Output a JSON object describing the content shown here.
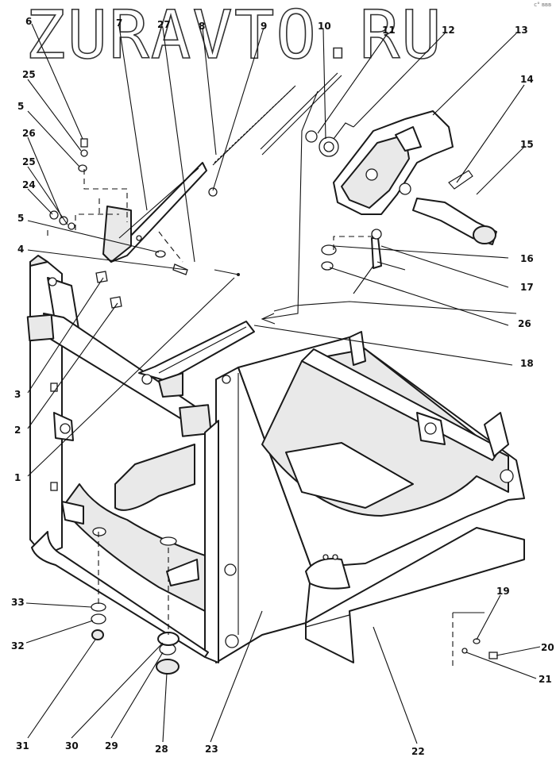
{
  "watermark": "ZURAVTO.RU",
  "corner_mark": "c° ʙʙʙ",
  "callouts": [
    {
      "label": "1"
    },
    {
      "label": "2"
    },
    {
      "label": "3"
    },
    {
      "label": "4"
    },
    {
      "label": "5"
    },
    {
      "label": "5"
    },
    {
      "label": "6"
    },
    {
      "label": "7"
    },
    {
      "label": "8"
    },
    {
      "label": "9"
    },
    {
      "label": "10"
    },
    {
      "label": "11"
    },
    {
      "label": "12"
    },
    {
      "label": "13"
    },
    {
      "label": "14"
    },
    {
      "label": "15"
    },
    {
      "label": "16"
    },
    {
      "label": "17"
    },
    {
      "label": "18"
    },
    {
      "label": "19"
    },
    {
      "label": "20"
    },
    {
      "label": "21"
    },
    {
      "label": "22"
    },
    {
      "label": "23"
    },
    {
      "label": "24"
    },
    {
      "label": "25"
    },
    {
      "label": "25"
    },
    {
      "label": "26"
    },
    {
      "label": "26"
    },
    {
      "label": "27"
    },
    {
      "label": "28"
    },
    {
      "label": "29"
    },
    {
      "label": "30"
    },
    {
      "label": "31"
    },
    {
      "label": "32"
    },
    {
      "label": "33"
    }
  ]
}
